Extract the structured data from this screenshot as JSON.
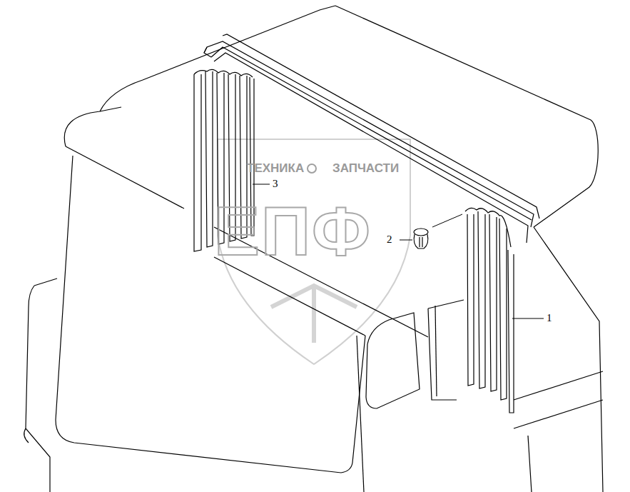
{
  "diagram": {
    "labels": [
      "3",
      "2",
      "1",
      "ТЕХНИКА",
      "ЗАПЧАСТИ",
      "ЕПФ"
    ]
  }
}
